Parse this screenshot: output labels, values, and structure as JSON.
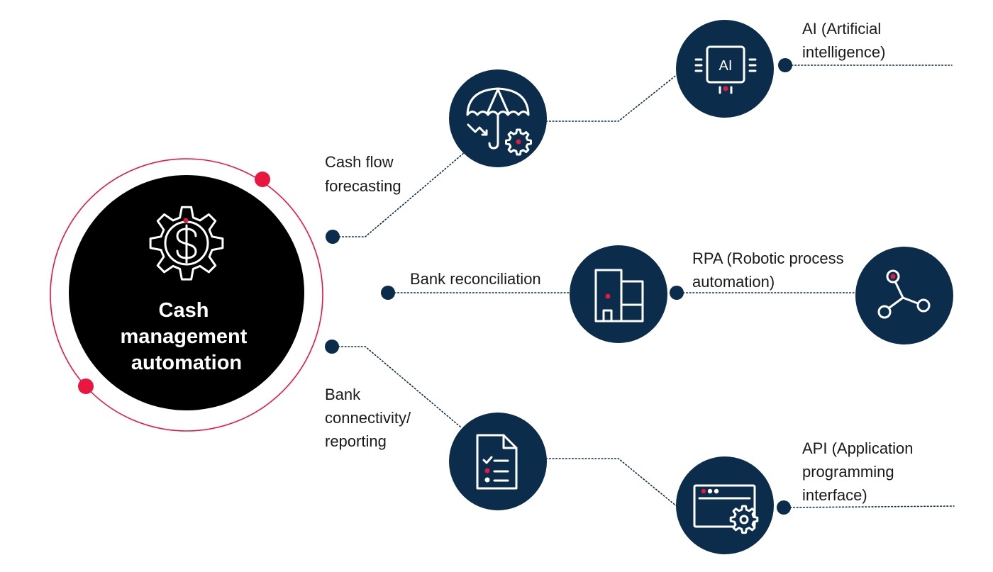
{
  "colors": {
    "navy": "#0b2d4b",
    "black": "#000000",
    "accent": "#e8173f",
    "white": "#ffffff"
  },
  "center": {
    "label_lines": [
      "Cash",
      "management",
      "automation"
    ],
    "icon": "gear-dollar-icon"
  },
  "branches": {
    "cash_flow": {
      "label_lines": [
        "Cash flow",
        "forecasting"
      ],
      "icon": "umbrella-gear-icon"
    },
    "bank_reconciliation": {
      "label_lines": [
        "Bank reconciliation"
      ],
      "icon": "bank-building-icon"
    },
    "bank_connectivity": {
      "label_lines": [
        "Bank",
        "connectivity/",
        "reporting"
      ],
      "icon": "checklist-document-icon"
    }
  },
  "technologies": {
    "ai": {
      "label_lines": [
        "AI (Artificial",
        "intelligence)"
      ],
      "icon": "ai-chip-icon",
      "chip_text": "AI"
    },
    "rpa": {
      "label_lines": [
        "RPA (Robotic process",
        "automation)"
      ],
      "icon": "process-nodes-icon"
    },
    "api": {
      "label_lines": [
        "API (Application",
        "programming",
        "interface)"
      ],
      "icon": "browser-window-gear-icon"
    }
  }
}
